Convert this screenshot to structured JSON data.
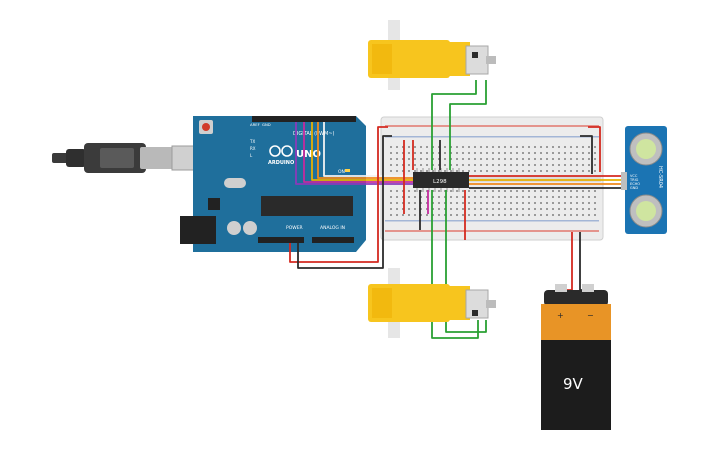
{
  "arduino": {
    "brand": "ARDUINO",
    "model": "UNO",
    "header_digital": "DIGITAL (PWM~)",
    "header_power": "POWER",
    "header_analog": "ANALOG IN",
    "on_label": "ON",
    "tx_label": "TX",
    "rx_label": "RX",
    "l_label": "L",
    "aref_label": "AREF",
    "gnd_label": "GND"
  },
  "driver": {
    "label": "L298"
  },
  "sensor": {
    "model": "HC-SR04",
    "pins": [
      "VCC",
      "TRIG",
      "ECHO",
      "GND"
    ]
  },
  "battery": {
    "label": "9V",
    "plus": "+",
    "minus": "−"
  },
  "colors": {
    "wire_red": "#d42a20",
    "wire_black": "#2b2b2b",
    "wire_green": "#2aa033",
    "wire_yellow": "#e6b000",
    "wire_orange": "#f08a1c",
    "wire_purple": "#8a3ab9",
    "wire_magenta": "#c52a9e",
    "wire_white": "#f2f2f2",
    "board_blue": "#1f6f9c",
    "motor_yellow": "#f7c51e",
    "sensor_blue": "#1b74b3",
    "battery_orange": "#e89426",
    "battery_black": "#1c1c1c"
  }
}
